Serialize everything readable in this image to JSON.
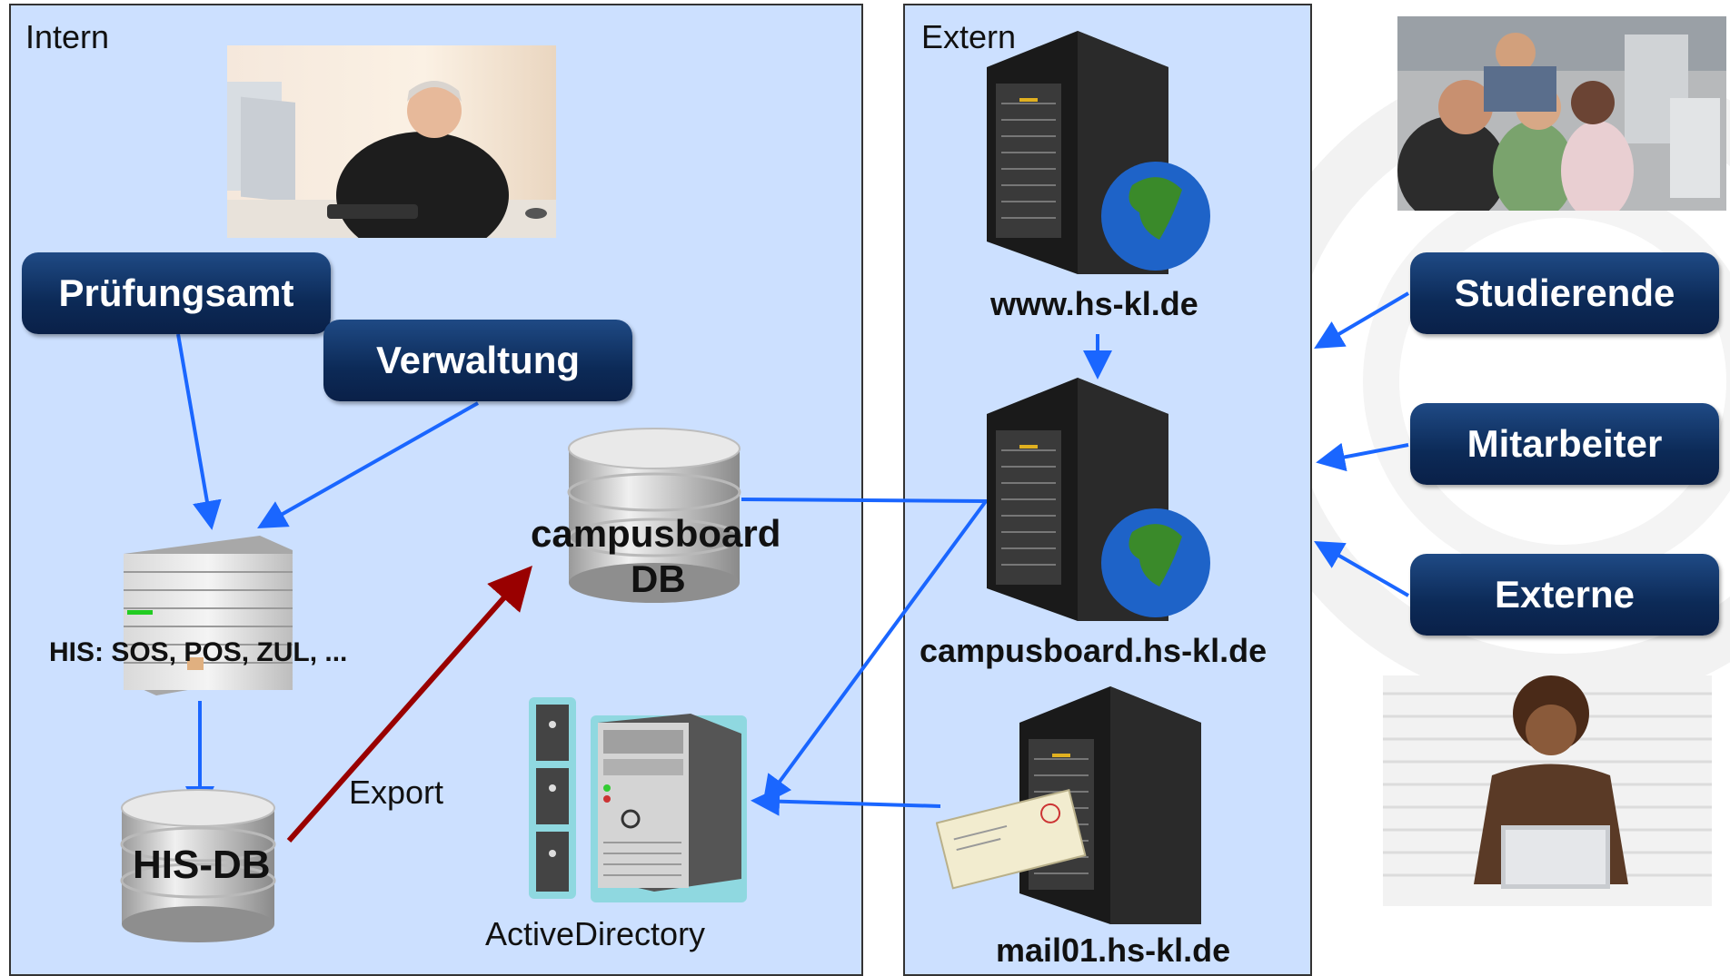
{
  "intern": {
    "title": "Intern"
  },
  "extern": {
    "title": "Extern"
  },
  "roles": {
    "pruefungsamt": "Prüfungsamt",
    "verwaltung": "Verwaltung",
    "studierende": "Studierende",
    "mitarbeiter": "Mitarbeiter",
    "externe": "Externe"
  },
  "systems": {
    "his_server": "HIS: SOS, POS, ZUL, ...",
    "his_db": "HIS-DB",
    "campusboard_db_line1": "campusboard",
    "campusboard_db_line2": "DB",
    "active_directory": "ActiveDirectory",
    "export": "Export",
    "www_server": "www.hs-kl.de",
    "campusboard_server": "campusboard.hs-kl.de",
    "mail_server": "mail01.hs-kl.de"
  },
  "colors": {
    "panel": "#cce0ff",
    "pill": "#0c2a57",
    "arrow_blue": "#1a66ff",
    "arrow_export": "#990000"
  }
}
